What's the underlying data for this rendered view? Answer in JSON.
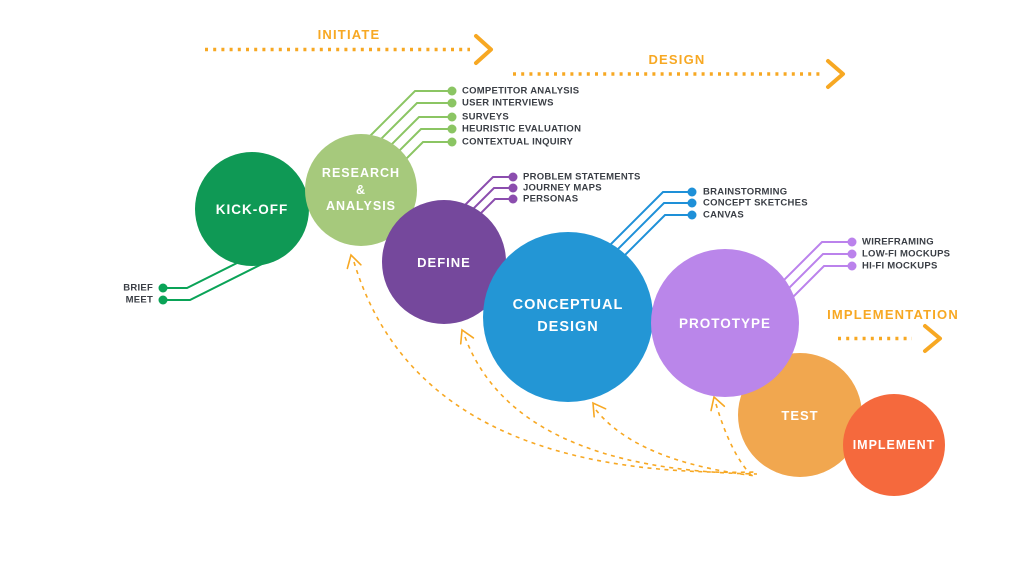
{
  "phases": [
    {
      "id": "initiate",
      "label": "INITIATE"
    },
    {
      "id": "design",
      "label": "DESIGN"
    },
    {
      "id": "implementation",
      "label": "IMPLEMENTATION"
    }
  ],
  "stages": [
    {
      "id": "kickoff",
      "label": "KICK-OFF",
      "color": "#0F9955"
    },
    {
      "id": "research-analysis",
      "label": "RESEARCH\n&\nANALYSIS",
      "color": "#A6C97C"
    },
    {
      "id": "define",
      "label": "DEFINE",
      "color": "#75489C"
    },
    {
      "id": "conceptual-design",
      "label": "CONCEPTUAL\nDESIGN",
      "color": "#2396D5"
    },
    {
      "id": "prototype",
      "label": "PROTOTYPE",
      "color": "#BA86EA"
    },
    {
      "id": "test",
      "label": "TEST",
      "color": "#F1A74F"
    },
    {
      "id": "implement",
      "label": "IMPLEMENT",
      "color": "#F5693D"
    }
  ],
  "callouts": {
    "kickoff": {
      "color": "#0AA357",
      "items": [
        "BRIEF",
        "MEET"
      ]
    },
    "research": {
      "color": "#8BC563",
      "items": [
        "COMPETITOR ANALYSIS",
        "USER INTERVIEWS",
        "SURVEYS",
        "HEURISTIC EVALUATION",
        "CONTEXTUAL INQUIRY"
      ]
    },
    "define": {
      "color": "#8B4DAE",
      "items": [
        "PROBLEM STATEMENTS",
        "JOURNEY MAPS",
        "PERSONAS"
      ]
    },
    "conceptual": {
      "color": "#1E90D8",
      "items": [
        "BRAINSTORMING",
        "CONCEPT SKETCHES",
        "CANVAS"
      ]
    },
    "prototype": {
      "color": "#BB82EC",
      "items": [
        "WIREFRAMING",
        "LOW-FI MOCKUPS",
        "HI-FI MOCKUPS"
      ]
    }
  },
  "accent_color": "#F7A823",
  "label_text_color": "#3A3E45"
}
